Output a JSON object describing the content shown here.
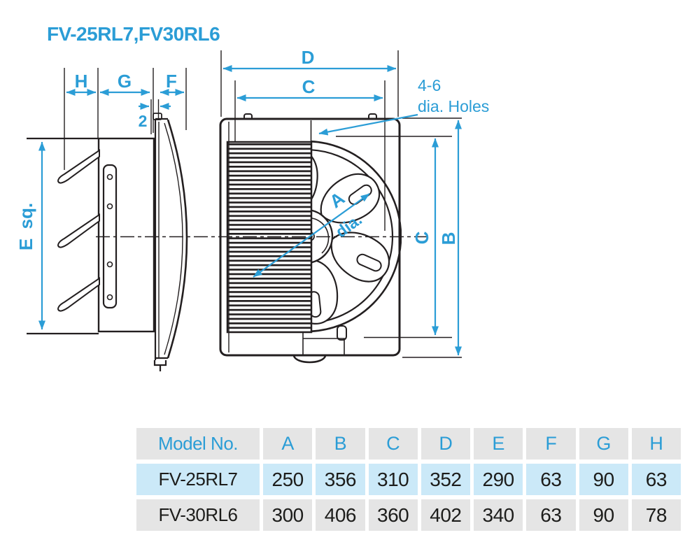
{
  "title": "FV-25RL7,FV30RL6",
  "colors": {
    "accent": "#2B9DD6",
    "line": "#231F20",
    "table_header_bg": "#E5E5E5",
    "table_row_highlight_bg": "#CBE9F8",
    "table_row_bg": "#E5E5E5"
  },
  "diagram": {
    "labels": {
      "h": "H",
      "g": "G",
      "f": "F",
      "gap": "2",
      "e": "E sq.",
      "d": "D",
      "c_top": "C",
      "a": "A",
      "a_dia": "dia.",
      "c_side": "C",
      "b": "B"
    },
    "note": {
      "line1": "4-6",
      "line2": "dia. Holes"
    }
  },
  "table": {
    "headers": [
      "Model No.",
      "A",
      "B",
      "C",
      "D",
      "E",
      "F",
      "G",
      "H"
    ],
    "rows": [
      {
        "model": "FV-25RL7",
        "values": [
          "250",
          "356",
          "310",
          "352",
          "290",
          "63",
          "90",
          "63"
        ]
      },
      {
        "model": "FV-30RL6",
        "values": [
          "300",
          "406",
          "360",
          "402",
          "340",
          "63",
          "90",
          "78"
        ]
      }
    ]
  }
}
